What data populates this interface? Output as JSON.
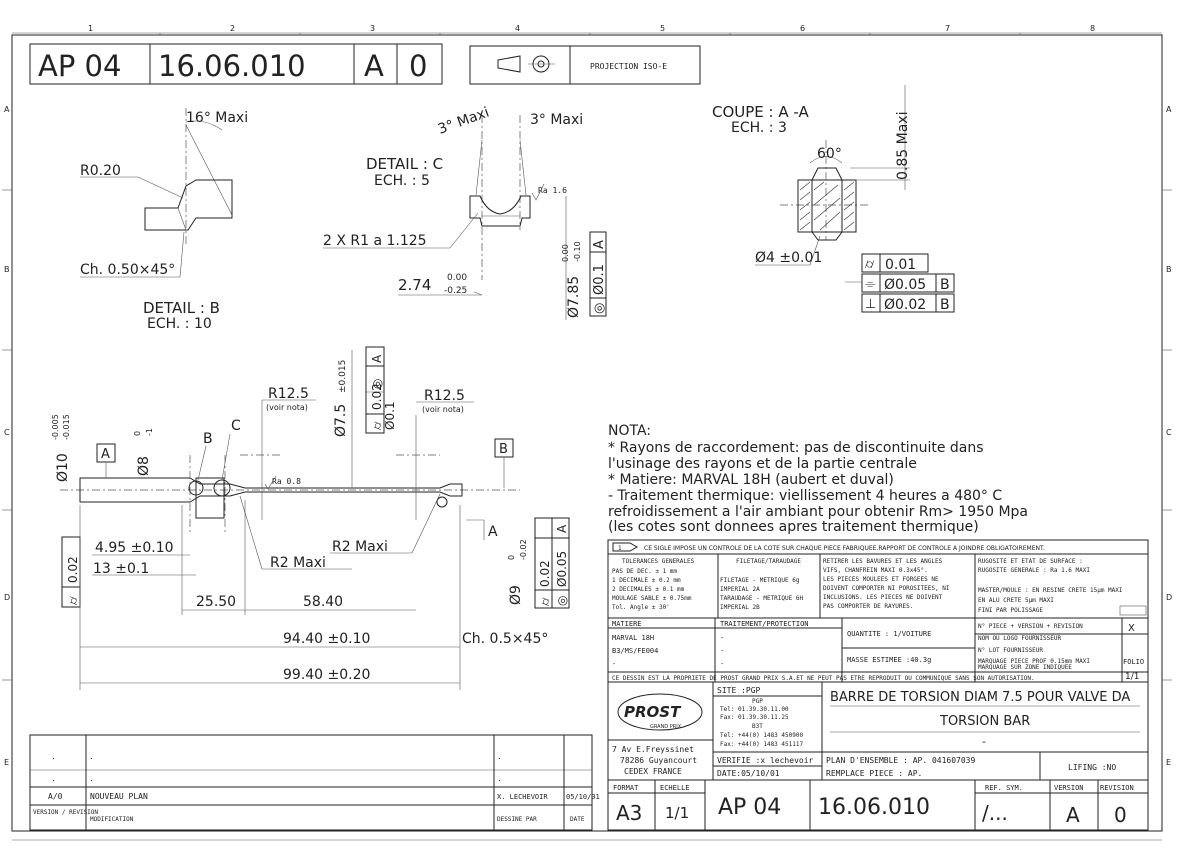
{
  "header": {
    "code_prefix": "AP 04",
    "code_number": "16.06.010",
    "code_letter": "A",
    "code_index": "0",
    "projection": "PROJECTION ISO-E"
  },
  "border": {
    "cols": [
      "1",
      "2",
      "3",
      "4",
      "5",
      "6",
      "7",
      "8"
    ],
    "rows": [
      "A",
      "B",
      "C",
      "D",
      "E"
    ]
  },
  "detail_b": {
    "angle": "16° Maxi",
    "radius": "R0.20",
    "chamfer": "Ch. 0.50×45°",
    "title": "DETAIL : B",
    "scale": "ECH. : 10"
  },
  "detail_c": {
    "angle_left": "3° Maxi",
    "angle_right": "3° Maxi",
    "title": "DETAIL : C",
    "scale": "ECH. : 5",
    "roughness": "Ra 1.6",
    "radii": "2 X R1 a 1.125",
    "dim": "2.74",
    "dim_tol_up": "0.00",
    "dim_tol_low": "-0.25",
    "diam": "Ø7.85",
    "diam_tol_up": "0.00",
    "diam_tol_low": "-0.10",
    "fcf_sym": "◎",
    "fcf_val": "Ø0.1",
    "fcf_datum": "A"
  },
  "section": {
    "title": "COUPE : A -A",
    "scale": "ECH. : 3",
    "angle": "60°",
    "depth": "0.85 Maxi",
    "diam": "Ø4 ±0.01",
    "tol_rows": [
      {
        "sym": "⌭",
        "val": "0.01",
        "datum": ""
      },
      {
        "sym": "⌯",
        "val": "Ø0.05",
        "datum": "B"
      },
      {
        "sym": "⊥",
        "val": "Ø0.02",
        "datum": "B"
      }
    ]
  },
  "main_view": {
    "d10": "Ø10",
    "d10_tol": "-0.005",
    "d10_tol2": "-0.015",
    "d8": "Ø8",
    "d8_tol_up": "0",
    "d8_tol_low": "-1",
    "datum_a": "A",
    "datum_b": "B",
    "label_b": "B",
    "label_c": "C",
    "d75": "Ø7.5",
    "d75_tol": "±0.015",
    "fcf1": {
      "sym": "⌭",
      "val": "0.02"
    },
    "fcf2": {
      "sym": "◎",
      "val": "Ø0.1",
      "datum": "A"
    },
    "r125_left": "R12.5",
    "r125_left_note": "(voir nota)",
    "r125_right": "R12.5",
    "r125_right_note": "(voir nota)",
    "ra": "Ra 0.8",
    "r2": "R2 Maxi",
    "r2_max": "R2 Maxi",
    "cut_a": "A",
    "d9": "Ø9",
    "d9_tol_up": "0",
    "d9_tol_low": "-0.02",
    "fcf_left": {
      "sym": "⌭",
      "val": "0.02"
    },
    "fcf3": {
      "sym": "⌭",
      "val": "0.02"
    },
    "fcf4": {
      "sym": "◎",
      "val": "Ø0.05",
      "datum": "A"
    },
    "dim_495": "4.95 ±0.10",
    "dim_13": "13 ±0.1",
    "dim_2550": "25.50",
    "dim_5840": "58.40",
    "dim_9440": "94.40 ±0.10",
    "dim_9940": "99.40 ±0.20",
    "chamfer": "Ch. 0.5×45°"
  },
  "nota": [
    "NOTA:",
    "* Rayons de raccordement: pas de discontinuite dans",
    "l'usinage des rayons et de la partie centrale",
    "* Matiere: MARVAL 18H (aubert et duval)",
    "- Traitement thermique: viellissement 4 heures a 480° C",
    "refroidissement a l'air ambiant pour obtenir Rm> 1950 Mpa",
    "(les cotes sont donnees apres traitement thermique)"
  ],
  "title_block": {
    "sigle": "CE SIGLE IMPOSE UN CONTROLE DE LA COTE SUR CHAQUE PIECE FABRIQUEE.RAPPORT DE CONTROLE A JOINDRE OBLIGATOIREMENT.",
    "tol_head": "TOLERANCES GENERALES",
    "tol_lines": [
      "PAS DE DEC.      ± 1   mm",
      "1 DECIMALE       ± 0.2 mm",
      "2 DECIMALES      ± 0.1 mm",
      "MOULAGE SABLE    ± 0.75mm",
      "Tol. Angle       ± 30'"
    ],
    "filet_head": "FILETAGE/TARAUDAGE",
    "filet_lines": [
      "",
      "FILETAGE  - METRIQUE 6g",
      "           IMPERIAL 2A",
      "TARAUDAGE - METRIQUE 6H",
      "           IMPERIAL 2B"
    ],
    "bavures_lines": [
      "RETIRER LES BAVURES ET LES ANGLES",
      "VIFS, CHANFREIN MAXI 0.3x45°.",
      "LES PIECES MOULEES ET FORGEES NE",
      "DOIVENT COMPORTER NI POROSITEES, NI",
      "INCLUSIONS. LES PIECES NE DOIVENT",
      "PAS COMPORTER DE RAYURES."
    ],
    "rug_lines": [
      "RUGOSITE ET ETAT DE SURFACE :",
      "RUGOSITE GENERALE : Ra 1.6 MAXI",
      "",
      "MASTER/MOULE : EN RESINE CRETE 15µm MAXI",
      "               EN ALU CRETE 5µm MAXI",
      "               FINI PAR POLISSAGE"
    ],
    "matiere_head": "MATIERE",
    "matiere_lines": [
      "MARVAL 18H",
      "B3/MS/FE004",
      "-"
    ],
    "trait_head": "TRAITEMENT/PROTECTION",
    "trait_lines": [
      "-",
      "-",
      "-"
    ],
    "quantite": "QUANTITE : 1/VOITURE",
    "masse": "MASSE ESTIMEE :40.3g",
    "piece_lines": [
      "N° PIECE + VERSION + REVISION",
      "NOM OU LOGO FOURNISSEUR",
      "N° LOT FOURNISSEUR",
      "MARQUAGE PIECE PROF 0.15mm MAXI",
      "MARQUAGE SUR ZONE INDIQUEE"
    ],
    "x_mark": "X",
    "folio_label": "FOLIO",
    "folio": "1/1",
    "propriete": "CE DESSIN EST LA PROPRIETE DE PROST GRAND PRIX S.A.ET NE PEUT PAS ETRE REPRODUIT OU COMMUNIQUE SANS SON AUTORISATION.",
    "logo": "PROST",
    "logo_sub": "GRAND PRIX",
    "site": "SITE :PGP",
    "contact_lines": [
      "PGP",
      "Tel: 01.39.30.11.00",
      "Fax: 01.39.30.11.25",
      "B3T",
      "Tel: +44(0) 1483 450900",
      "Fax: +44(0) 1483 451117"
    ],
    "address_lines": [
      "7 Av E.Freyssinet",
      "78286 Guyancourt",
      "CEDEX FRANCE"
    ],
    "verifie": "VERIFIE :x lechevoir",
    "date": "DATE:05/10/01",
    "titre1": "BARRE DE TORSION DIAM 7.5 POUR VALVE DA",
    "titre2": "TORSION BAR",
    "titre3": "-",
    "plan_ens": "PLAN D'ENSEMBLE : AP. 041607039",
    "remplace": "REMPLACE PIECE  : AP.",
    "lifing": "LIFING :NO",
    "format_label": "FORMAT",
    "format": "A3",
    "echelle_label": "ECHELLE",
    "echelle": "1/1",
    "ref_sym_label": "REF. SYM.",
    "ref_sym": "/...",
    "version_label": "VERSION",
    "version": "A",
    "revision_label": "REVISION",
    "revision": "0",
    "bottom_code_prefix": "AP 04",
    "bottom_code_number": "16.06.010"
  },
  "revisions": {
    "rows": [
      {
        "ver": ".",
        "mod": ".",
        "by": ".",
        "date": ""
      },
      {
        "ver": ".",
        "mod": ".",
        "by": ".",
        "date": ""
      },
      {
        "ver": "A/0",
        "mod": "NOUVEAU PLAN",
        "by": "X. LECHEVOIR",
        "date": "05/10/01"
      }
    ],
    "col_version": "VERSION / REVISION",
    "col_modif": "MODIFICATION",
    "col_dessine": "DESSINE PAR",
    "col_date": "DATE"
  }
}
